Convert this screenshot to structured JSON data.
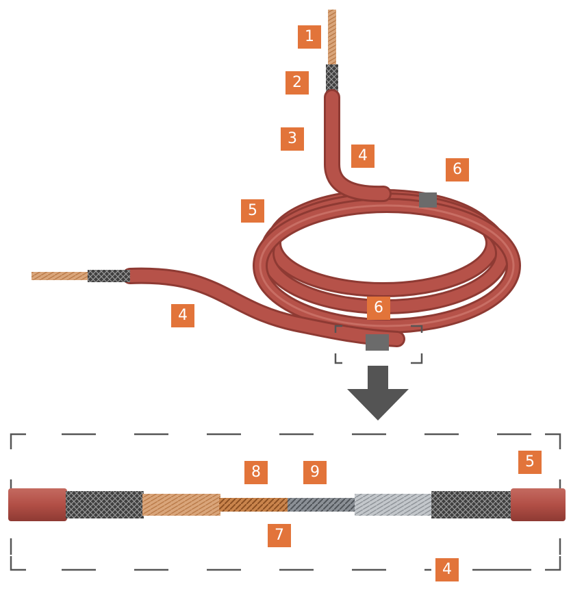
{
  "colors": {
    "badge": "#e2743a",
    "jacket": "#b04e46",
    "braid": "#4b4b4b",
    "copper": "#c98a55",
    "steel": "#9ea3a8",
    "splice_sleeve": "#6b6b6b",
    "arrow": "#545454",
    "dash": "#555555"
  },
  "labels": {
    "top": {
      "l1": "1",
      "l2": "2",
      "l3": "3",
      "l4a": "4",
      "l6a": "6",
      "l5": "5",
      "l4b": "4",
      "l6b": "6"
    },
    "detail": {
      "l8": "8",
      "l9": "9",
      "l5": "5",
      "l7": "7",
      "l4": "4"
    }
  }
}
